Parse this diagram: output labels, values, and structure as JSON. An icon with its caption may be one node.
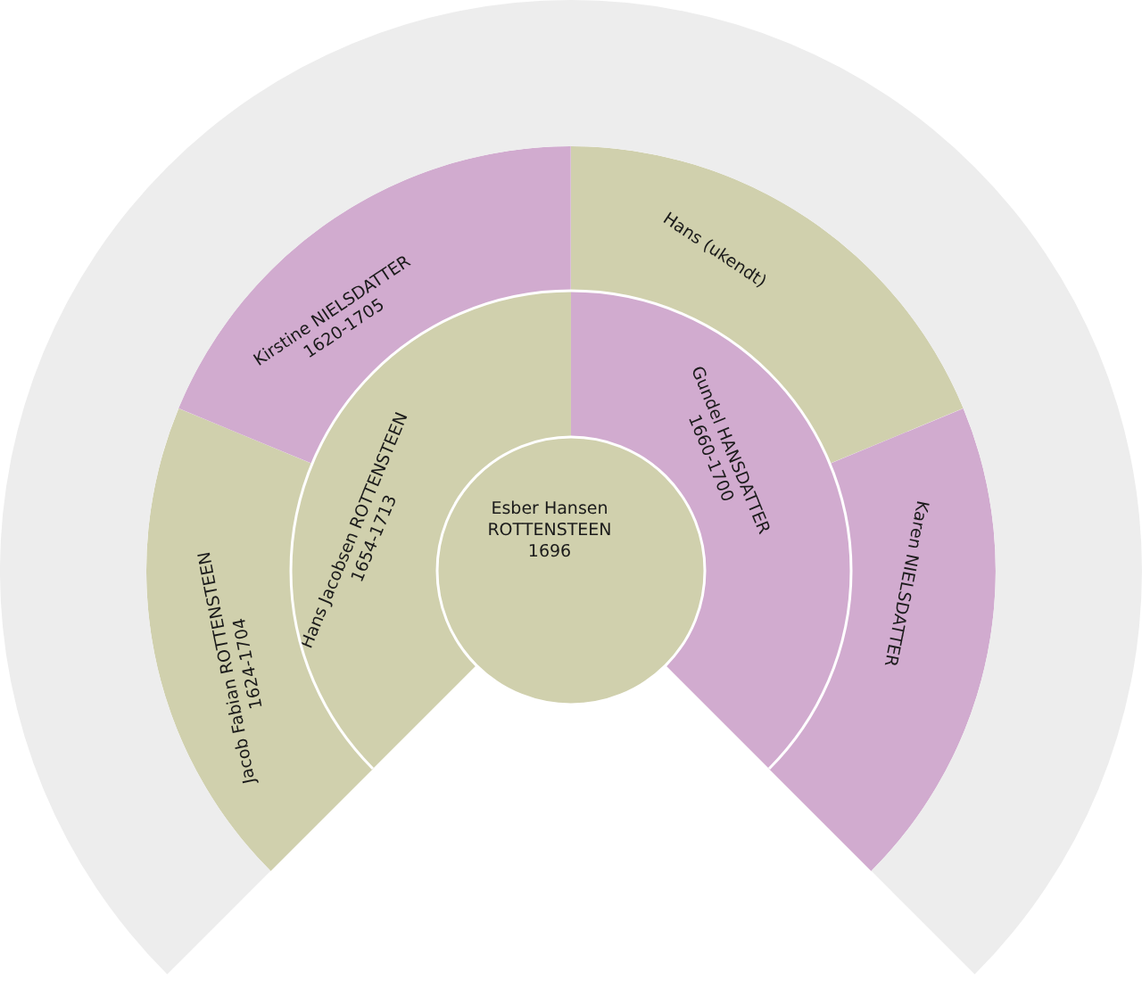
{
  "diagram": {
    "nodes": [
      {
        "text": [
          "Esber Hansen ROTTENSTEEN",
          "1696"
        ]
      },
      {
        "text": [
          "Hans Jacobsen ROTTENSTEEN",
          "1654-1713"
        ]
      },
      {
        "text": [
          "Gundel HANSDATTER",
          "1660-1700"
        ]
      },
      {
        "text": [
          "Jacob Fabian ROTTENSTEEN",
          "1624-1704"
        ]
      },
      {
        "text": [
          "Kirstine NIELSDATTER",
          "1620-1705"
        ]
      },
      {
        "text": [
          "Hans (ukendt)"
        ]
      },
      {
        "text": [
          "Karen NIELSDATTER"
        ]
      },
      {
        "text": [],
        "shape": "band"
      }
    ]
  }
}
